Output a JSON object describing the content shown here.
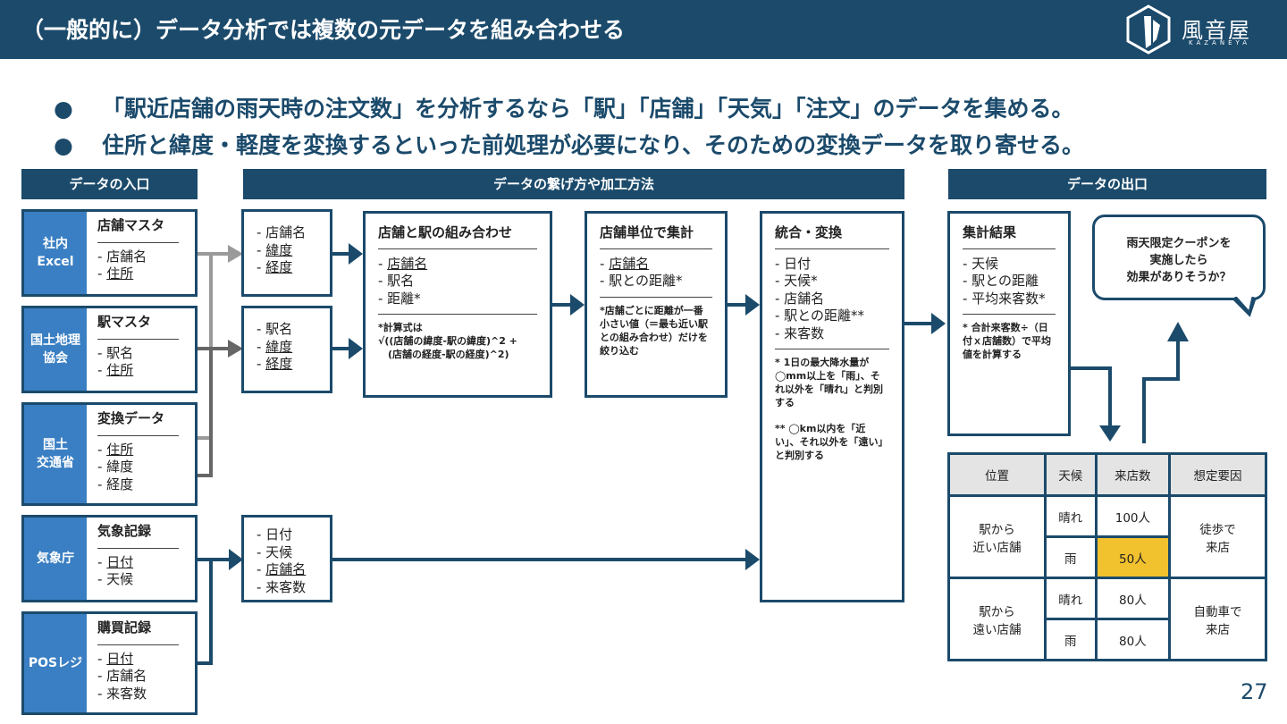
{
  "header": {
    "title": "（一般的に）データ分析では複数の元データを組み合わせる",
    "logo_text": "風音屋",
    "logo_sub": "KAZANEYA",
    "logo_icon": "kazaneya-logo-icon"
  },
  "bullets": [
    "「駅近店舗の雨天時の注文数」を分析するなら「駅」「店舗」「天気」「注文」のデータを集める。",
    "住所と緯度・軽度を変換するといった前処理が必要になり、そのための変換データを取り寄せる。"
  ],
  "bullet_char": "●",
  "sections": {
    "entry": "データの入口",
    "process": "データの繋げ方や加工方法",
    "exit": "データの出口"
  },
  "sources": [
    {
      "label": "社内\nExcel",
      "title": "店舗マスタ",
      "fields": [
        "- 店舗名",
        "- 住所"
      ]
    },
    {
      "label": "国土地理\n協会",
      "title": "駅マスタ",
      "fields": [
        "- 駅名",
        "- 住所"
      ]
    },
    {
      "label": "国土\n交通省",
      "title": "変換データ",
      "fields": [
        "- 住所",
        "- 緯度",
        "- 経度"
      ]
    },
    {
      "label": "気象庁",
      "title": "気象記録",
      "fields": [
        "- 日付",
        "- 天候"
      ]
    },
    {
      "label": "POSレジ",
      "title": "購買記録",
      "fields": [
        "- 日付",
        "- 店舗名",
        "- 来客数"
      ]
    }
  ],
  "intermediate": {
    "store": [
      "- 店舗名",
      "- 緯度",
      "- 経度"
    ],
    "station": [
      "- 駅名",
      "- 緯度",
      "- 経度"
    ],
    "visits": [
      "- 日付",
      "- 天候",
      "- 店舗名",
      "- 来客数"
    ]
  },
  "process_combo": {
    "title": "店舗と駅の組み合わせ",
    "fields": [
      "- 店舗名",
      "- 駅名",
      "- 距離*"
    ],
    "note": "*計算式は\n√((店舗の緯度-駅の緯度)^2 +\n　(店舗の経度-駅の経度)^2)"
  },
  "process_agg": {
    "title": "店舗単位で集計",
    "fields": [
      "- 店舗名",
      "- 駅との距離*"
    ],
    "note": "*店舗ごとに距離が一番小さい値（＝最も近い駅との組み合わせ）だけを絞り込む"
  },
  "process_merge": {
    "title": "統合・変換",
    "fields": [
      "- 日付",
      "- 天候*",
      "- 店舗名",
      "- 駅との距離**",
      "- 来客数"
    ],
    "note1": "* 1日の最大降水量が◯mm以上を「雨」、それ以外を「晴れ」と判別する",
    "note2": "** ◯km以内を「近い」、それ以外を「遠い」と判別する"
  },
  "result": {
    "title": "集計結果",
    "fields": [
      "- 天候",
      "- 駅との距離",
      "- 平均来客数*"
    ],
    "note": "* 合計来客数÷（日付ｘ店舗数）で平均値を計算する"
  },
  "bubble": "雨天限定クーポンを\n実施したら\n効果がありそうか？",
  "table": {
    "headers": [
      "位置",
      "天候",
      "来店数",
      "想定要因"
    ],
    "groups": [
      {
        "position": "駅から\n近い店舗",
        "factor": "徒歩で\n来店",
        "rows": [
          {
            "weather": "晴れ",
            "count": "100人"
          },
          {
            "weather": "雨",
            "count": "50人"
          }
        ]
      },
      {
        "position": "駅から\n遠い店舗",
        "factor": "自動車で\n来店",
        "rows": [
          {
            "weather": "晴れ",
            "count": "80人"
          },
          {
            "weather": "雨",
            "count": "80人"
          }
        ]
      }
    ]
  },
  "highlight_color": "#f2c12e",
  "accent_color": "#1b4a6b",
  "source_label_color": "#3a7fc3",
  "page_number": "27"
}
